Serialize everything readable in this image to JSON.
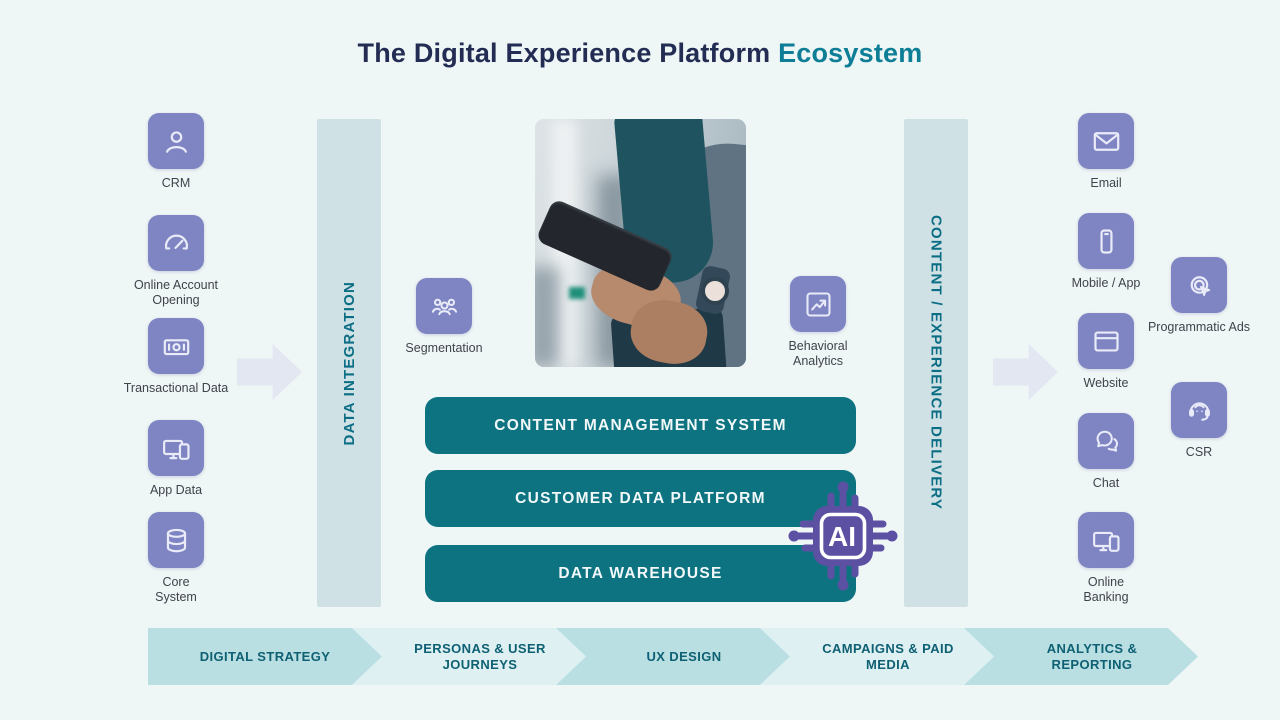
{
  "title": {
    "main": "The Digital Experience Platform",
    "accent": "Ecosystem"
  },
  "sources": {
    "items": [
      {
        "label": "CRM",
        "icon": "person"
      },
      {
        "label": "Online Account Opening",
        "icon": "gauge"
      },
      {
        "label": "Transactional Data",
        "icon": "banknote"
      },
      {
        "label": "App Data",
        "icon": "devices"
      },
      {
        "label": "Core System",
        "icon": "database"
      }
    ]
  },
  "integration_bar": {
    "label": "DATA INTEGRATION"
  },
  "delivery_bar": {
    "label": "CONTENT / EXPERIENCE DELIVERY"
  },
  "center": {
    "segmentation": {
      "label": "Segmentation",
      "icon": "people-group"
    },
    "behavioral": {
      "label": "Behavioral Analytics",
      "icon": "chart-up"
    },
    "photo": {
      "description": "Person in a blazer holding a smartphone"
    }
  },
  "platforms": {
    "items": [
      {
        "label": "CONTENT MANAGEMENT SYSTEM"
      },
      {
        "label": "CUSTOMER DATA PLATFORM"
      },
      {
        "label": "DATA WAREHOUSE"
      }
    ]
  },
  "ai_chip": {
    "label": "AI"
  },
  "channels": {
    "items": [
      {
        "label": "Email",
        "icon": "envelope"
      },
      {
        "label": "Mobile / App",
        "icon": "smartphone"
      },
      {
        "label": "Programmatic Ads",
        "icon": "click-target"
      },
      {
        "label": "Website",
        "icon": "browser-window"
      },
      {
        "label": "CSR",
        "icon": "support-agent"
      },
      {
        "label": "Chat",
        "icon": "chat-bubbles"
      },
      {
        "label": "Online Banking",
        "icon": "devices"
      }
    ]
  },
  "process": {
    "steps": [
      {
        "label": "DIGITAL STRATEGY"
      },
      {
        "label": "PERSONAS & USER JOURNEYS"
      },
      {
        "label": "UX DESIGN"
      },
      {
        "label": "CAMPAIGNS & PAID MEDIA"
      },
      {
        "label": "ANALYTICS & REPORTING"
      }
    ]
  },
  "colors": {
    "background": "#eff6f6",
    "title_navy": "#232c52",
    "title_accent_teal": "#0d7e96",
    "icon_purple": "#7e85c2",
    "platform_teal": "#0d7380",
    "pipeline_bar_bg": "#d0e1e6",
    "pipeline_text": "#0b6e84",
    "flow_arrow": "#e3e7f1",
    "ai_purple": "#5b50a2",
    "chevron_dark": "#b9dfe3",
    "chevron_light": "#def0f2",
    "chevron_text": "#0e6073"
  }
}
